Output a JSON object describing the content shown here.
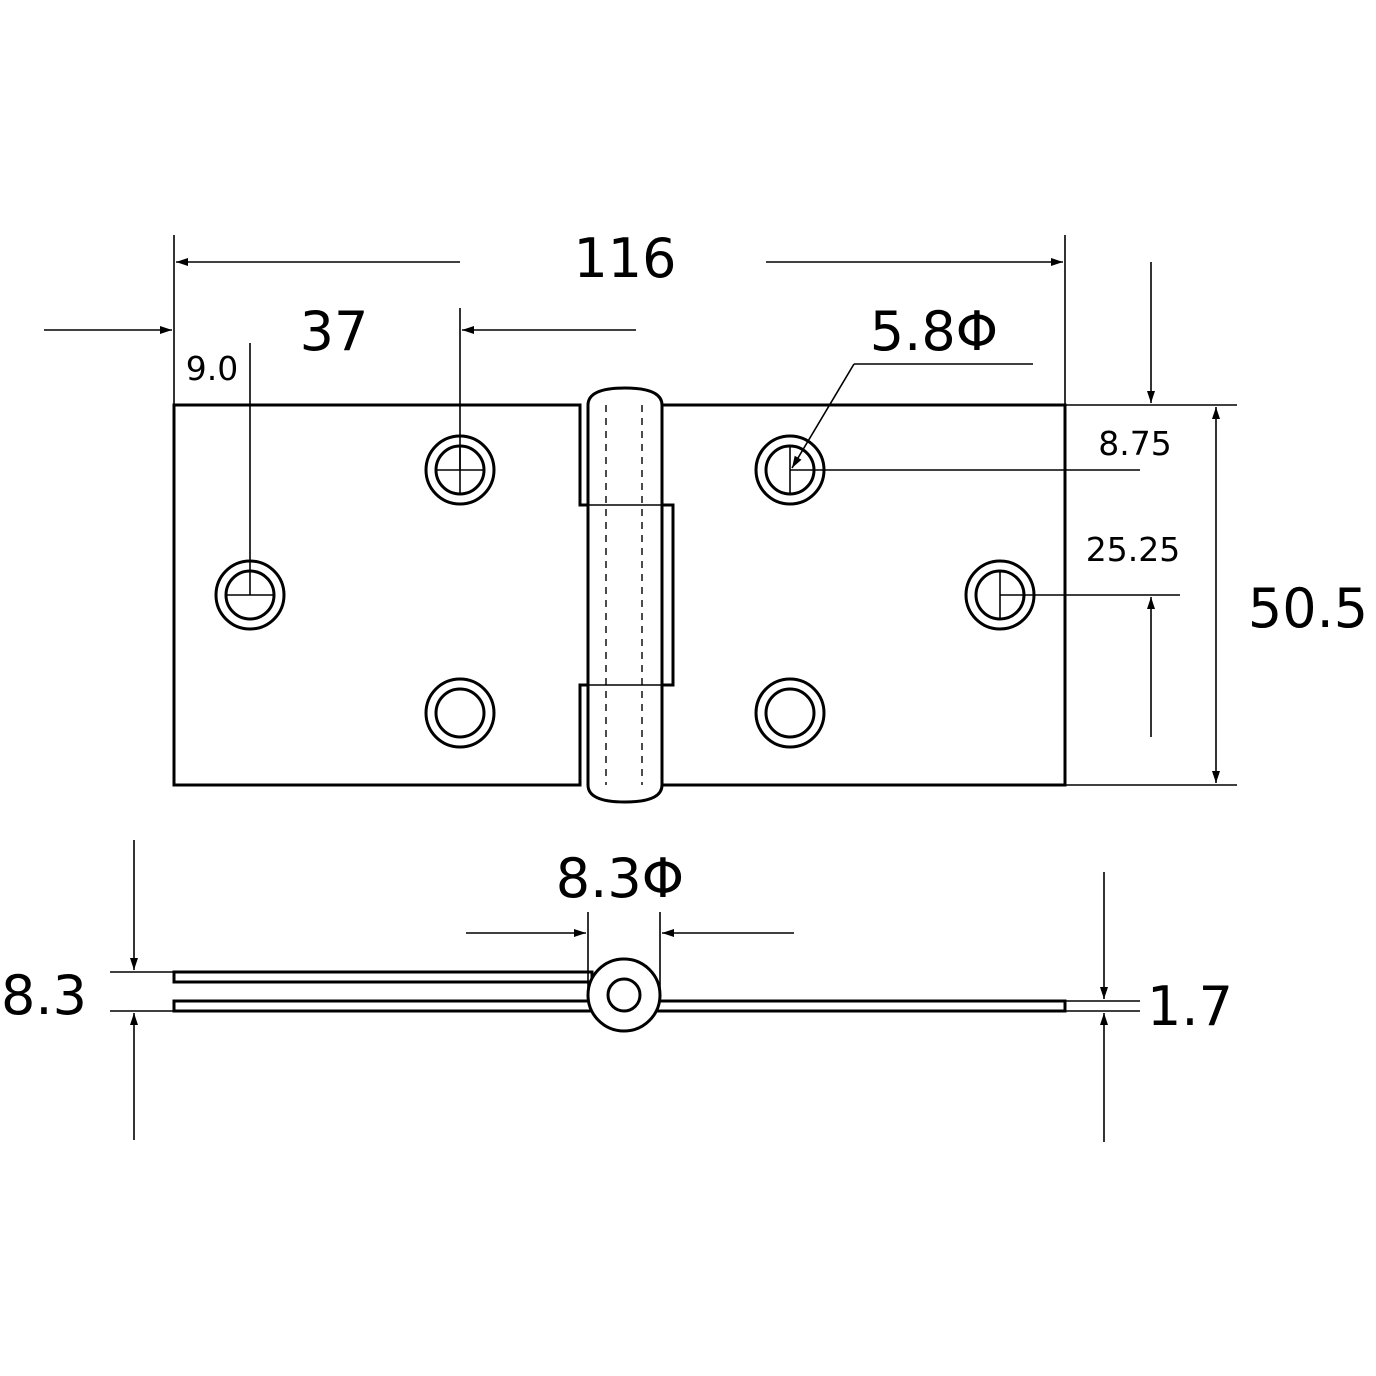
{
  "dimensions": {
    "overall_width": "116",
    "hole_pitch": "37",
    "edge_offset": "9.0",
    "hole_diameter": "5.8Φ",
    "top_offset": "8.75",
    "center_offset": "25.25",
    "overall_height": "50.5",
    "pin_diameter": "8.3Φ",
    "folded_thickness": "8.3",
    "plate_thickness": "1.7"
  },
  "colors": {
    "line": "#000000",
    "background": "#ffffff"
  }
}
